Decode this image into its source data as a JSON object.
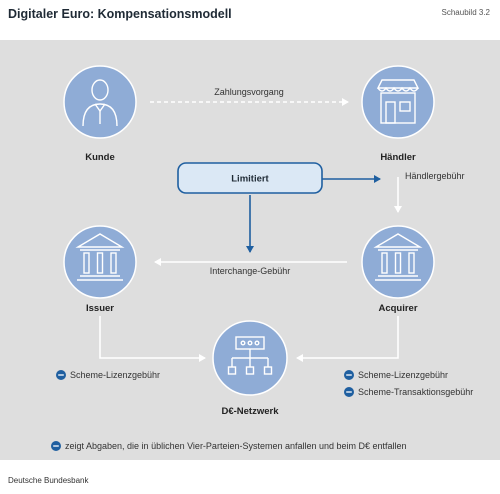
{
  "header": {
    "title": "Digitaler Euro: Kompensationsmodell",
    "figure_no": "Schaubild 3.2"
  },
  "nodes": {
    "kunde": "Kunde",
    "haendler": "Händler",
    "issuer": "Issuer",
    "acquirer": "Acquirer",
    "netzwerk": "D€-Netzwerk"
  },
  "box": {
    "limitiert": "Limitiert"
  },
  "flows": {
    "zahlungsvorgang": "Zahlungsvorgang",
    "haendlergebuehr": "Händlergebühr",
    "interchange": "Interchange-Gebühr"
  },
  "fees": {
    "issuer_lizenz": "Scheme-Lizenzgebühr",
    "acquirer_lizenz": "Scheme-Lizenzgebühr",
    "acquirer_transaktion": "Scheme-Transaktionsgebühr"
  },
  "legend": {
    "text": "zeigt Abgaben, die in üblichen Vier-Parteien-Systemen anfallen und beim D€ entfallen"
  },
  "footer": {
    "source": "Deutsche Bundesbank"
  },
  "colors": {
    "panel": "#dedede",
    "circle": "#8facd6",
    "circle_stroke": "#ffffff",
    "box_fill": "#dbe8f5",
    "box_stroke": "#1f5fa0",
    "arrow_blue": "#1f5fa0",
    "arrow_white": "#ffffff",
    "minus_badge": "#1f5fa0"
  }
}
